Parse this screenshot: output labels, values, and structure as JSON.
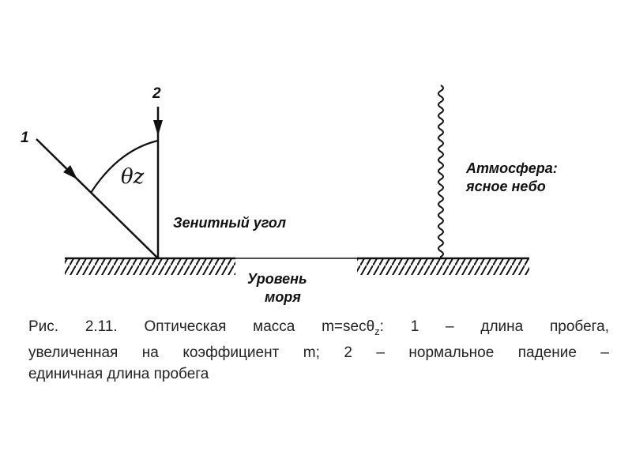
{
  "labels": {
    "ray1": "1",
    "ray2": "2",
    "angle": "θz",
    "zenith_angle": "Зенитный угол",
    "atmosphere_line1": "Атмосфера:",
    "atmosphere_line2": "ясное небо",
    "sea_level_line1": "Уровень",
    "sea_level_line2": "моря"
  },
  "caption": {
    "line1_before": "Рис. 2.11. Оптическая масса m=secθ",
    "line1_sub": "z",
    "line1_after": ": 1 – длина пробега,",
    "line2": "увеличенная на коэффициент m; 2 – нормальное падение –",
    "line3": "единичная длина пробега"
  },
  "colors": {
    "ink": "#111111",
    "background": "#ffffff"
  }
}
